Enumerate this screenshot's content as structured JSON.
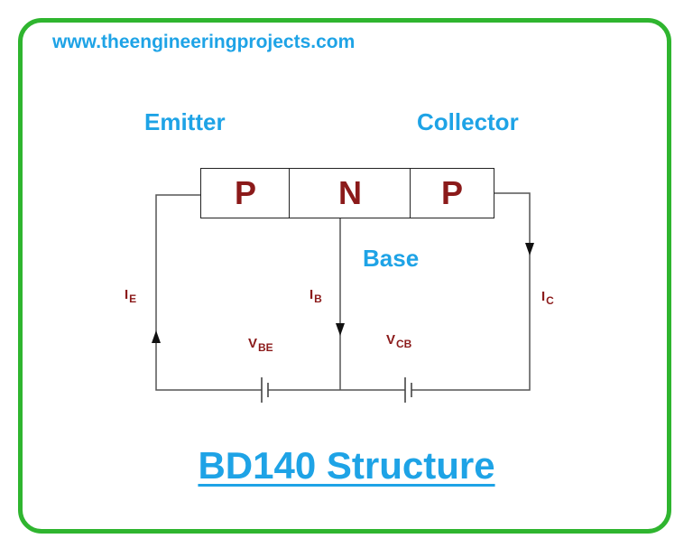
{
  "colors": {
    "frame": "#2fb52f",
    "label_blue": "#1ea3e6",
    "semiconductor_text": "#8b1a1a",
    "current_text": "#8b1a1a",
    "wire": "#555555"
  },
  "website": "www.theengineeringprojects.com",
  "labels": {
    "emitter": "Emitter",
    "collector": "Collector",
    "base": "Base"
  },
  "segments": [
    {
      "name": "emitter-region",
      "letter": "P"
    },
    {
      "name": "base-region",
      "letter": "N"
    },
    {
      "name": "collector-region",
      "letter": "P"
    }
  ],
  "currents": {
    "ie": {
      "main": "I",
      "sub": "E"
    },
    "ib": {
      "main": "I",
      "sub": "B"
    },
    "ic": {
      "main": "I",
      "sub": "C"
    }
  },
  "voltages": {
    "vbe": {
      "main": "V",
      "sub": "BE"
    },
    "vcb": {
      "main": "V",
      "sub": "CB"
    }
  },
  "title": "BD140 Structure"
}
